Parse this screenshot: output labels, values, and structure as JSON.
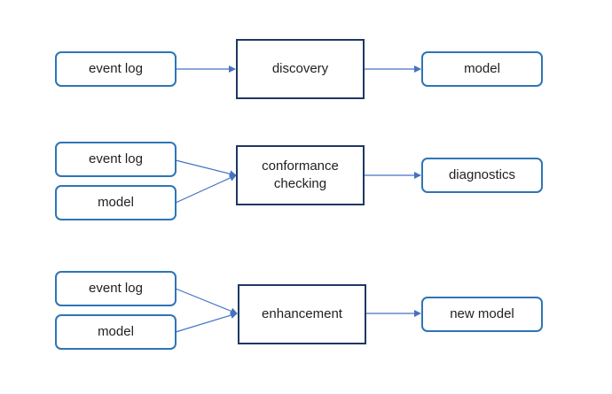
{
  "row1": {
    "input": "event log",
    "process": "discovery",
    "output": "model"
  },
  "row2": {
    "input_log": "event log",
    "input_model": "model",
    "process_line1": "conformance",
    "process_line2": "checking",
    "output": "diagnostics"
  },
  "row3": {
    "input_log": "event log",
    "input_model": "model",
    "process": "enhancement",
    "output": "new model"
  },
  "colors": {
    "io_border": "#2e75b6",
    "process_border": "#1f3864",
    "arrow": "#4472c4"
  }
}
